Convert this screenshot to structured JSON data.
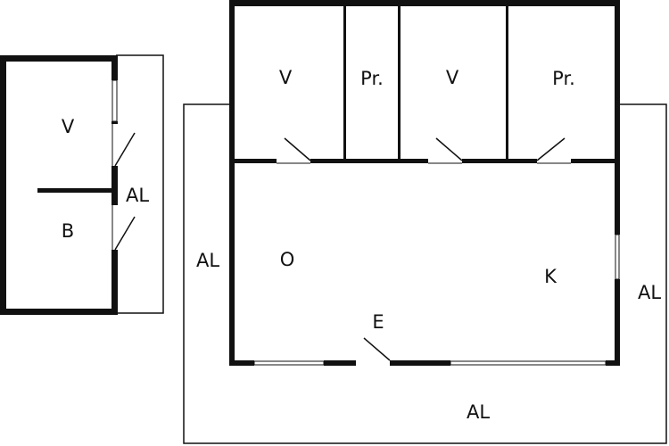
{
  "rooms": {
    "annex_v": "V",
    "annex_b": "B",
    "annex_al": "AL",
    "main_v1": "V",
    "main_pr1": "Pr.",
    "main_v2": "V",
    "main_pr2": "Pr.",
    "main_o": "O",
    "main_k": "K",
    "main_e": "E",
    "deck_al_left": "AL",
    "deck_al_right": "AL",
    "deck_al_bottom": "AL"
  },
  "colors": {
    "wall": "#111111",
    "line": "#111111",
    "background": "#ffffff"
  }
}
